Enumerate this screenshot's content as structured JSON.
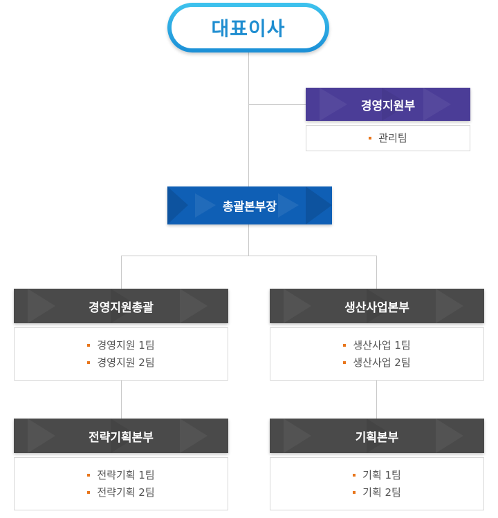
{
  "ceo": "대표이사",
  "support": {
    "title": "경영지원부",
    "items": [
      "관리팀"
    ]
  },
  "general": "총괄본부장",
  "mgmt_general": {
    "title": "경영지원총괄",
    "items": [
      "경영지원 1팀",
      "경영지원 2팀"
    ]
  },
  "production": {
    "title": "생산사업본부",
    "items": [
      "생산사업 1팀",
      "생산사업 2팀"
    ]
  },
  "strategy": {
    "title": "전략기획본부",
    "items": [
      "전략기획 1팀",
      "전략기획 2팀"
    ]
  },
  "planning": {
    "title": "기획본부",
    "items": [
      "기획 1팀",
      "기획 2팀"
    ]
  },
  "colors": {
    "ceo_accent": "#1e8dd0",
    "support_head": "#4b3d97",
    "general_head": "#0f5fb5",
    "division_head": "#4a4a4a",
    "bullet": "#e8761c"
  }
}
